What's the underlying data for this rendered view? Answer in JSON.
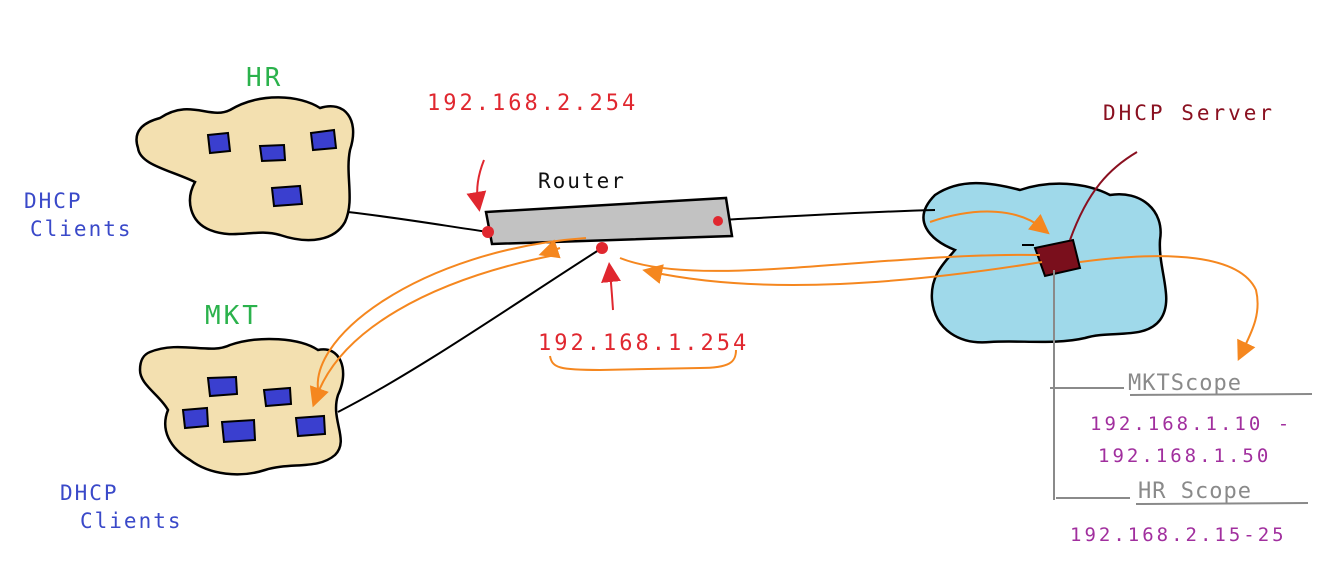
{
  "networks": {
    "hr": {
      "name": "HR",
      "clients_label_line1": "DHCP",
      "clients_label_line2": "Clients"
    },
    "mkt": {
      "name": "MKT",
      "clients_label_line1": "DHCP",
      "clients_label_line2": "Clients"
    }
  },
  "router": {
    "label": "Router",
    "interface_hr_ip": "192.168.2.254",
    "interface_mkt_ip": "192.168.1.254"
  },
  "server": {
    "label": "DHCP Server",
    "scopes": [
      {
        "name": "MKTScope",
        "range_line1": "192.168.1.10 -",
        "range_line2": "192.168.1.50"
      },
      {
        "name": "HR Scope",
        "range_line1": "192.168.2.15-25"
      }
    ]
  },
  "colors": {
    "cloud_fill": "#f3e0b0",
    "server_cloud_fill": "#9fd9ea",
    "client_fill": "#3a3fcf",
    "router_fill": "#c2c2c2",
    "server_fill": "#7a0f1c",
    "flow_arrow": "#f5871f",
    "interface_dot": "#e0272f"
  }
}
